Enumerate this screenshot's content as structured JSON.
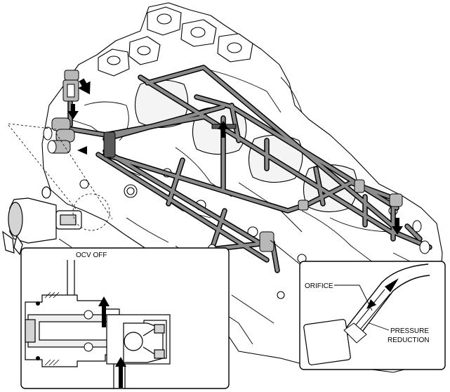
{
  "labels": {
    "ocv_state": "OCV OFF",
    "orifice": "ORIFICE",
    "pressure_line1": "PRESSURE",
    "pressure_line2": "REDUCTION"
  },
  "colors": {
    "line": "#000000",
    "engine_fill": "#ffffff",
    "pipe_fill": "#8c8c8c",
    "pipe_dark": "#5a5a5a",
    "shading": "#d4d4d4"
  }
}
